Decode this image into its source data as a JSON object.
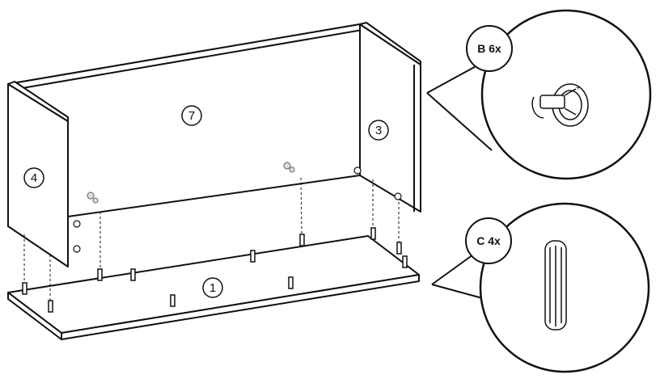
{
  "parts": {
    "bottom_panel": "1",
    "right_side_panel": "3",
    "left_side_panel": "4",
    "back_panel": "7"
  },
  "callouts": {
    "cam_lock": {
      "label": "B 6x"
    },
    "dowel": {
      "label": "C 4x"
    }
  },
  "colors": {
    "line": "#111111",
    "panel_fill": "#ffffff",
    "hardware": "#9a9a9a"
  }
}
